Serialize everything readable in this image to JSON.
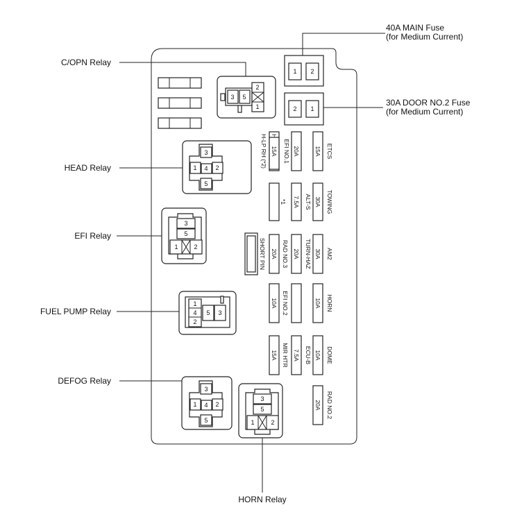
{
  "labels": {
    "main_fuse": "40A MAIN Fuse",
    "main_fuse_sub": "(for Medium Current)",
    "door_fuse": "30A DOOR NO.2 Fuse",
    "door_fuse_sub": "(for Medium Current)",
    "copn_relay": "C/OPN Relay",
    "head_relay": "HEAD Relay",
    "efi_relay": "EFI Relay",
    "fuel_pump_relay": "FUEL PUMP Relay",
    "defog_relay": "DEFOG Relay",
    "horn_relay": "HORN Relay"
  },
  "relay_pins": {
    "main": [
      "1",
      "2"
    ],
    "door": [
      "2",
      "1"
    ],
    "copn": [
      "3",
      "5",
      "2",
      "1"
    ],
    "head": [
      "3",
      "1",
      "4",
      "2",
      "5"
    ],
    "efi": [
      "3",
      "5",
      "1",
      "2"
    ],
    "fuel": [
      "1",
      "4",
      "2",
      "5",
      "3"
    ],
    "defog": [
      "3",
      "1",
      "4",
      "2",
      "5"
    ],
    "horn": [
      "3",
      "5",
      "1",
      "2"
    ]
  },
  "fuses": {
    "hlp_rh": {
      "name": "H-LP RH (*2)",
      "amp": "15A"
    },
    "efi_no1": {
      "name": "EFI NO.1",
      "amp": "20A"
    },
    "etcs": {
      "name": "ETCS",
      "amp": "15A"
    },
    "star1": {
      "name": "*1",
      "amp": ""
    },
    "alt_s": {
      "name": "ALT-S",
      "amp": "7.5A"
    },
    "towing": {
      "name": "TOWING",
      "amp": "30A"
    },
    "short_pin": {
      "name": "SHORT PIN",
      "amp": ""
    },
    "rad_no3": {
      "name": "RAD NO.3",
      "amp": "20A"
    },
    "turn_haz": {
      "name": "TURN-HAZ",
      "amp": "20A"
    },
    "am2": {
      "name": "AM2",
      "amp": "30A"
    },
    "efi_no2": {
      "name": "EFI NO.2",
      "amp": "10A"
    },
    "horn": {
      "name": "HORN",
      "amp": "10A"
    },
    "mir_htr": {
      "name": "MIR HTR",
      "amp": "15A"
    },
    "ecu_b": {
      "name": "ECU-B",
      "amp": "7.5A"
    },
    "dome": {
      "name": "DOME",
      "amp": "10A"
    },
    "rad_no2": {
      "name": "RAD NO.2",
      "amp": "20A"
    }
  }
}
